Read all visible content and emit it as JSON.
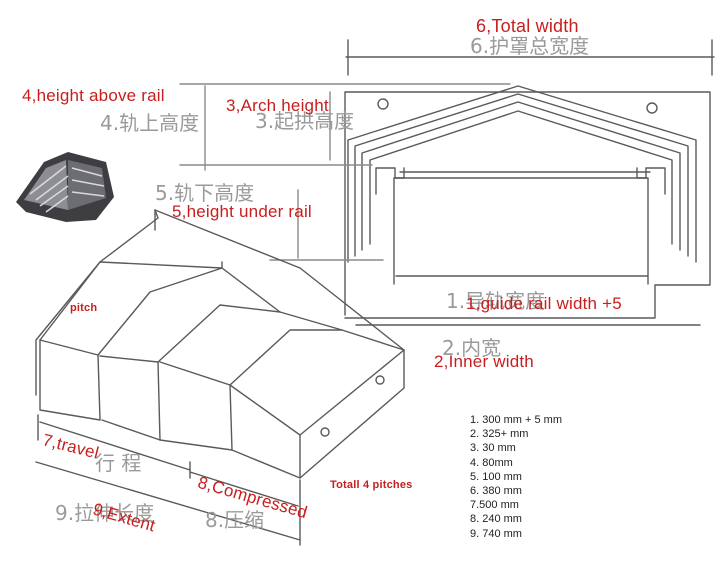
{
  "labels": {
    "total_width": "6,Total width",
    "height_above_rail": "4,height above  rail",
    "arch_height": "3,Arch height",
    "height_under_rail": "5,height under rail",
    "pitch": "pitch",
    "guide_rail_width": "1,guide rail width +5",
    "inner_width": "2,Inner width",
    "travel": "7,travel",
    "compressed": "8,Compressed",
    "extent": "9,Extent",
    "total_pitches": "Totall 4 pitches"
  },
  "specs": [
    "1. 300 mm + 5 mm",
    "2. 325+ mm",
    "3. 30 mm",
    "4. 80mm",
    "5. 100 mm",
    "6. 380 mm",
    "7.500 mm",
    "8. 240 mm",
    "9. 740 mm"
  ],
  "colors": {
    "annotation": "#c81e1e",
    "pencil": "#5a5a5a",
    "faint_pencil": "#8a8a8a",
    "spec_text": "#222222"
  }
}
